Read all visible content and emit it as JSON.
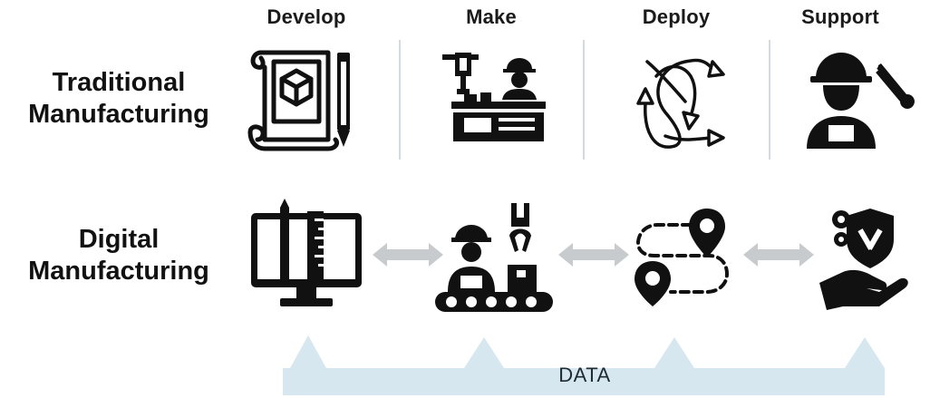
{
  "columns": [
    "Develop",
    "Make",
    "Deploy",
    "Support"
  ],
  "rows": [
    {
      "line1": "Traditional",
      "line2": "Manufacturing"
    },
    {
      "line1": "Digital",
      "line2": "Manufacturing"
    }
  ],
  "bar_label": "DATA",
  "colors": {
    "icon": "#111111",
    "arrow": "#c8cbcd",
    "data_bar": "#d6e7f0",
    "divider": "#d3dbe0"
  },
  "icons": {
    "traditional": [
      "blueprint-pencil-icon",
      "robot-arm-workstation-icon",
      "crossing-arrows-icon",
      "worker-tools-icon"
    ],
    "digital": [
      "monitor-design-icon",
      "conveyor-robot-icon",
      "route-map-pins-icon",
      "hand-shield-gear-icon"
    ]
  }
}
